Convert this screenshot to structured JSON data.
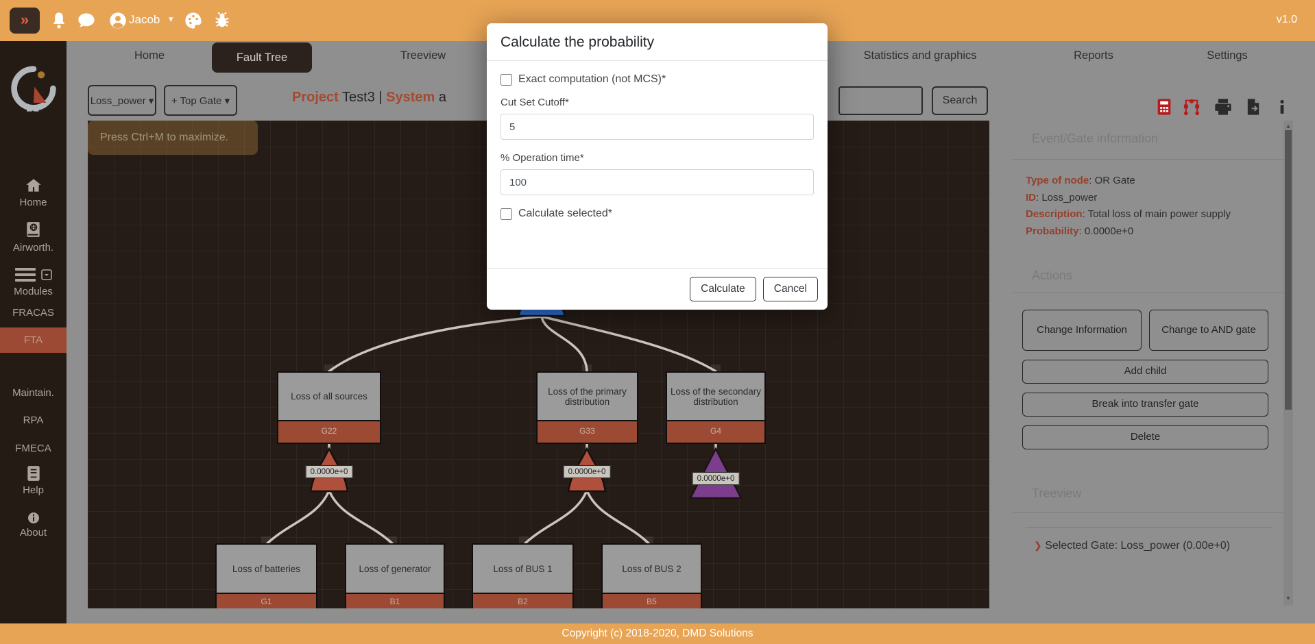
{
  "topbar": {
    "collapse_glyph": "»",
    "user": "Jacob",
    "version": "v1.0"
  },
  "nav_tabs": {
    "home": "Home",
    "fault_tree": "Fault Tree",
    "treeview": "Treeview",
    "stats": "Statistics and graphics",
    "reports": "Reports",
    "settings": "Settings"
  },
  "sidebar": {
    "home": "Home",
    "airworth": "Airworth.",
    "modules": "Modules",
    "fracas": "FRACAS",
    "fta": "FTA",
    "maintain": "Maintain.",
    "rpa": "RPA",
    "fmeca": "FMECA",
    "help": "Help",
    "about": "About"
  },
  "toolbar": {
    "gate_select": "Loss_power",
    "add_top_gate": "+ Top Gate",
    "project_label": "Project",
    "project_name": "Test3",
    "separator": "|",
    "system_label": "System",
    "system_name": "a",
    "search_label": "Search"
  },
  "canvas": {
    "hint": "Press Ctrl+M to maximize.",
    "nodes": {
      "g22": {
        "label": "Loss of all sources",
        "id": "G22",
        "probability": "0.0000e+0",
        "symbol": "or-gate"
      },
      "g33": {
        "label": "Loss of the primary distribution",
        "id": "G33",
        "probability": "0.0000e+0",
        "symbol": "or-gate"
      },
      "g4": {
        "label": "Loss of the secondary distribution",
        "id": "G4",
        "probability": "0.0000e+0",
        "symbol": "transfer-gate"
      },
      "g1": {
        "label": "Loss of batteries",
        "id": "G1"
      },
      "b1": {
        "label": "Loss of generator",
        "id": "B1"
      },
      "b2": {
        "label": "Loss of BUS 1",
        "id": "B2"
      },
      "b5": {
        "label": "Loss of BUS 2",
        "id": "B5"
      }
    }
  },
  "modal": {
    "title": "Calculate the probability",
    "exact_label": "Exact computation (not MCS)*",
    "cutoff_label": "Cut Set Cutoff*",
    "cutoff_value": "5",
    "optime_label": "% Operation time*",
    "optime_value": "100",
    "selected_label": "Calculate selected*",
    "calculate": "Calculate",
    "cancel": "Cancel"
  },
  "panel": {
    "info_header": "Event/Gate information",
    "sep": ":",
    "type_label": "Type of node",
    "type_value": "OR Gate",
    "id_label": "ID",
    "id_value": "Loss_power",
    "desc_label": "Description",
    "desc_value": "Total loss of main power supply",
    "prob_label": "Probability",
    "prob_value": "0.0000e+0",
    "actions_header": "Actions",
    "btn_change_info": "Change Information",
    "btn_change_and": "Change to AND gate",
    "btn_add_child": "Add child",
    "btn_break": "Break into transfer gate",
    "btn_delete": "Delete",
    "treeview_header": "Treeview",
    "selected_chevron": "❯",
    "selected_item": "Selected Gate: Loss_power (0.00e+0)"
  },
  "footer": {
    "copyright": "Copyright (c) 2018-2020, DMD Solutions"
  },
  "colors": {
    "brand_orange": "#e7a455",
    "sidebar_dark": "#241b15",
    "active_red": "#9c4a33",
    "canvas_dark": "#261c17",
    "or_gate_red": "#b0503c",
    "transfer_purple": "#7c3e8c",
    "selected_blue": "#2f6fd0",
    "accent_text": "#a34a31",
    "tool_icon_red": "#b71c1c"
  }
}
